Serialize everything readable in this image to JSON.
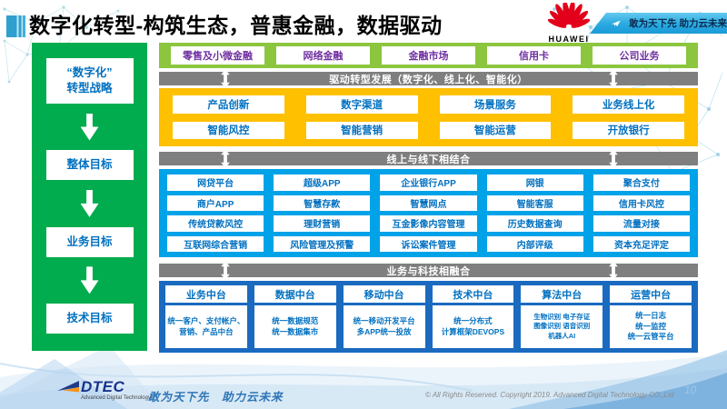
{
  "header": {
    "title": "数字化转型-构筑生态，普惠金融，数据驱动",
    "huawei_label": "HUAWEI",
    "ribbon": "敢为天下先 助力云未来"
  },
  "left_flow": {
    "items": [
      "“数字化”\n转型战略",
      "整体目标",
      "业务目标",
      "技术目标"
    ]
  },
  "top_row": {
    "items": [
      "零售及小微金融",
      "网络金融",
      "金融市场",
      "信用卡",
      "公司业务"
    ]
  },
  "banners": {
    "b1": "驱动转型发展（数字化、线上化、智能化）",
    "b2": "线上与线下相结合",
    "b3": "业务与科技相融合"
  },
  "yellow": {
    "rows": [
      [
        "产品创新",
        "数字渠道",
        "场景服务",
        "业务线上化"
      ],
      [
        "智能风控",
        "智能营销",
        "智能运营",
        "开放银行"
      ]
    ]
  },
  "blue": {
    "rows": [
      [
        "网贷平台",
        "超级APP",
        "企业银行APP",
        "网银",
        "聚合支付"
      ],
      [
        "商户APP",
        "智慧存款",
        "智慧网点",
        "智能客服",
        "信用卡风控"
      ],
      [
        "传统贷款风控",
        "理财营销",
        "互金影像内容管理",
        "历史数据查询",
        "流量对接"
      ],
      [
        "互联网综合营销",
        "风险管理及预警",
        "诉讼案件管理",
        "内部评级",
        "资本充足评定"
      ]
    ]
  },
  "platforms": {
    "columns": [
      {
        "title": "业务中台",
        "body": "统一客户、支付帐户、营销、产品中台"
      },
      {
        "title": "数据中台",
        "body": "统一数据规范\n统一数据集市"
      },
      {
        "title": "移动中台",
        "body": "统一移动开发平台\n多APP统一投放"
      },
      {
        "title": "技术中台",
        "body": "统一分布式\n计算框架DEVOPS"
      },
      {
        "title": "算法中台",
        "body": "生物识别 电子存证\n图像识别 语音识别\n机器人AI"
      },
      {
        "title": "运营中台",
        "body": "统一日志\n统一监控\n统一云管平台"
      }
    ]
  },
  "footer": {
    "logo_text": "DTEC",
    "logo_sub": "Advanced Digital Technology",
    "slogan": "敢为天下先　助力云未来",
    "copyright": "© All Rights Reserved. Copyright 2019. Advanced Digital Technology CO.,Ltd",
    "page": "10"
  },
  "colors": {
    "left_green": "#00ac4e",
    "light_green": "#8cc63f",
    "banner_gray": "#7f7f7f",
    "yellow": "#ffc000",
    "cyan_blue": "#00a2e8",
    "dark_blue": "#1a6abf",
    "box_text_blue": "#0070c0",
    "purple_text": "#7030a0",
    "ribbon_blue": "#29a9e0",
    "huawei_red": "#e2001a"
  }
}
